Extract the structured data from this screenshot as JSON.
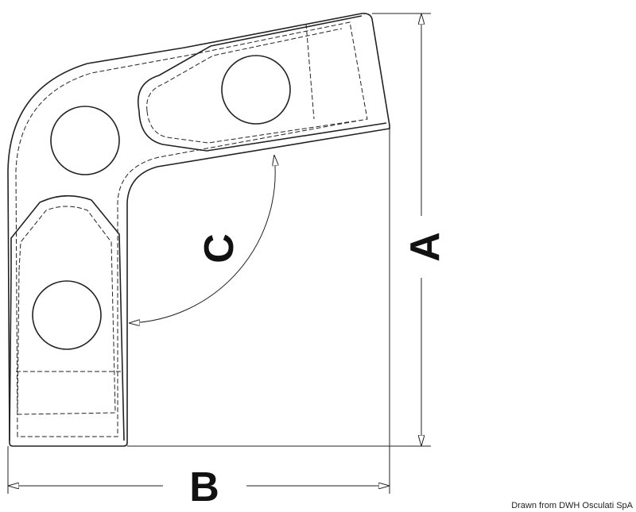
{
  "drawing": {
    "dimension_labels": {
      "a": "A",
      "b": "B",
      "c": "C"
    },
    "credit": "Drawn from DWH Osculati SpA",
    "line_color": "#222222"
  }
}
